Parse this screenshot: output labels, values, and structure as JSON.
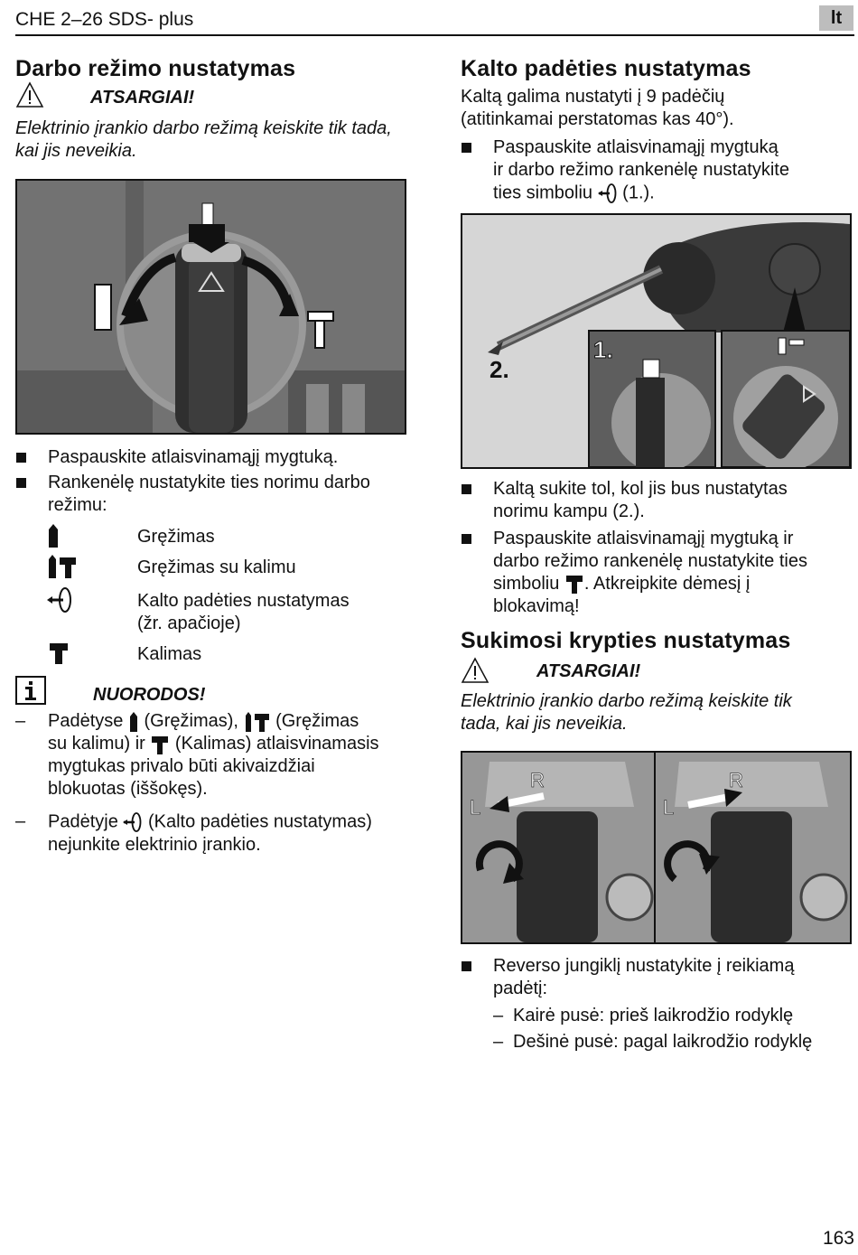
{
  "header": {
    "title": "CHE 2–26 SDS- plus",
    "lang": "lt"
  },
  "left": {
    "heading": "Darbo režimo nustatymas",
    "warning_label": "ATSARGIAI!",
    "warning_text": "Elektrinio įrankio darbo režimą keiskite tik tada, kai jis neveikia.",
    "bullets": [
      "Paspauskite atlaisvinamąjį mygtuką.",
      "Rankenėlę nustatykite ties norimu darbo režimu:"
    ],
    "modes": [
      {
        "icon": "drill-icon",
        "label": "Gręžimas"
      },
      {
        "icon": "drill-hammer-icon",
        "label": "Gręžimas su kalimu"
      },
      {
        "icon": "chisel-position-icon",
        "label": "Kalto padėties nustatymas",
        "label2": "(žr. apačioje)"
      },
      {
        "icon": "hammer-icon",
        "label": "Kalimas"
      }
    ],
    "note_label": "NUORODOS!",
    "notes": {
      "n1_a": "Padėtyse ",
      "n1_b": " (Gręžimas), ",
      "n1_c": " (Gręžimas",
      "n1_line2a": "su kalimu) ir ",
      "n1_line2b": " (Kalimas) atlaisvinamasis",
      "n1_line3": "mygtukas privalo būti akivaizdžiai",
      "n1_line4": "blokuotas (iššokęs).",
      "n2_a": "Padėtyje ",
      "n2_b": " (Kalto padėties nustatymas)",
      "n2_line2": "nejunkite elektrinio įrankio."
    }
  },
  "right": {
    "heading": "Kalto padėties nustatymas",
    "intro": [
      "Kaltą galima nustatyti į 9 padėčių",
      "(atitinkamai perstatomas kas 40°)."
    ],
    "bullet1": [
      "Paspauskite atlaisvinamąjį mygtuką",
      "ir darbo režimo rankenėlę nustatykite",
      "ties simboliu ",
      " (1.)."
    ],
    "figure_labels": {
      "step1": "1.",
      "step2": "2."
    },
    "bullet2": [
      "Kaltą sukite tol, kol jis bus nustatytas",
      "norimu kampu (2.)."
    ],
    "bullet3": [
      "Paspauskite atlaisvinamąjį mygtuką ir",
      "darbo režimo rankenėlę nustatykite ties",
      "simboliu ",
      ". Atkreipkite dėmesį į",
      "blokavimą!"
    ],
    "heading2": "Sukimosi krypties nustatymas",
    "warning_label": "ATSARGIAI!",
    "warning_text": [
      "Elektrinio įrankio darbo režimą keiskite tik",
      "tada, kai jis neveikia."
    ],
    "switch_labels": {
      "r": "R",
      "l": "L"
    },
    "bullet4": [
      "Reverso jungiklį nustatykite į reikiamą",
      "padėtį:"
    ],
    "sub": [
      "Kairė pusė: prieš laikrodžio rodyklę",
      "Dešinė pusė: pagal laikrodžio rodyklę"
    ]
  },
  "page_number": "163"
}
